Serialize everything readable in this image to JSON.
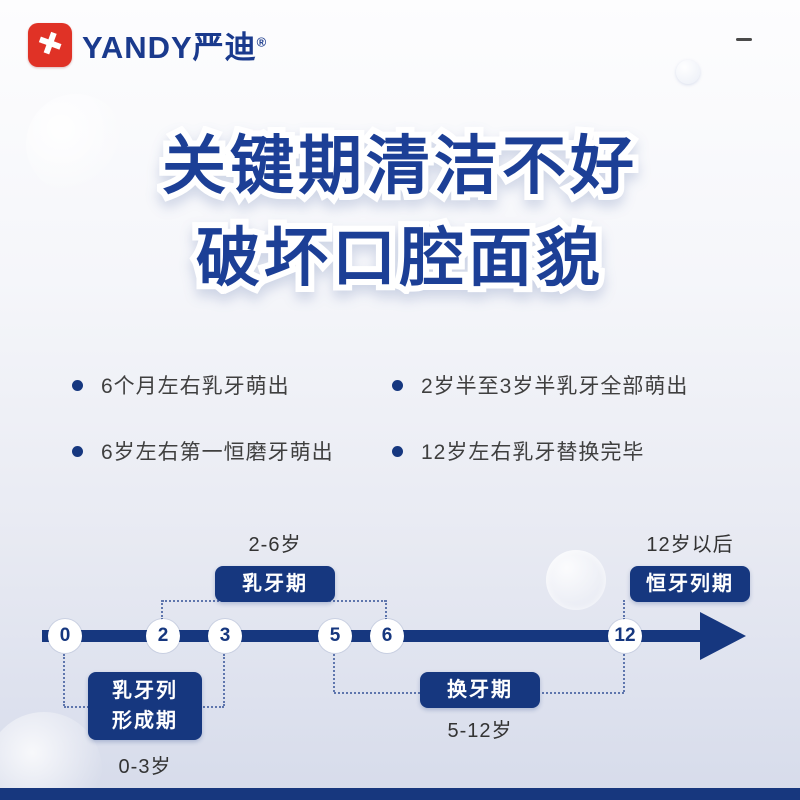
{
  "brand": {
    "logo_text": "YANDY严迪",
    "registered_mark": "®"
  },
  "title": {
    "line1": "关键期清洁不好",
    "line2": "破坏口腔面貌"
  },
  "bullets": [
    "6个月左右乳牙萌出",
    "2岁半至3岁半乳牙全部萌出",
    "6岁左右第一恒磨牙萌出",
    "12岁左右乳牙替换完毕"
  ],
  "timeline": {
    "nodes": [
      "0",
      "2",
      "3",
      "5",
      "6",
      "12"
    ],
    "periods_above": [
      {
        "range": "2-6岁",
        "label": "乳牙期"
      },
      {
        "range": "12岁以后",
        "label": "恒牙列期"
      }
    ],
    "periods_below": [
      {
        "label_line1": "乳牙列",
        "label_line2": "形成期",
        "range": "0-3岁"
      },
      {
        "label": "换牙期",
        "range": "5-12岁"
      }
    ]
  },
  "colors": {
    "primary": "#16377f",
    "logo_red": "#e03226",
    "title_blue": "#1c3f96"
  }
}
